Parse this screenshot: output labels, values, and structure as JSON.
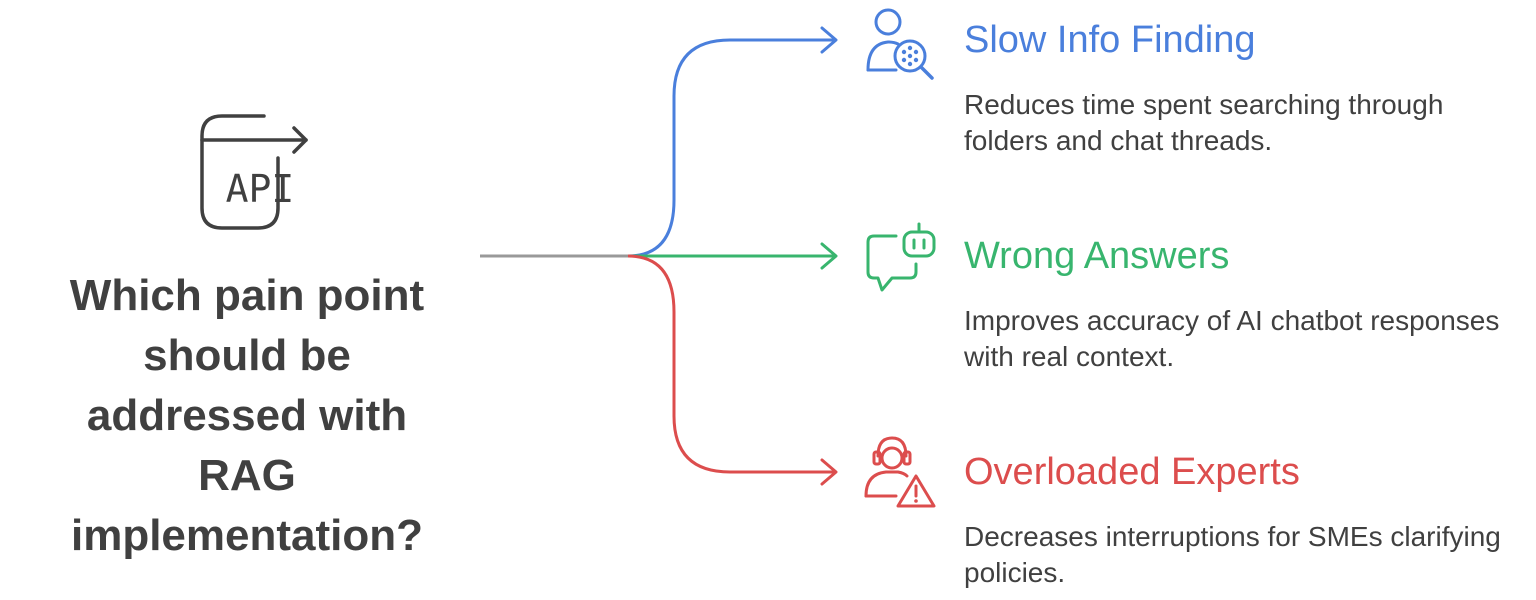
{
  "question": "Which pain point should be addressed with RAG implementation?",
  "question_icon": {
    "name": "api-document-icon",
    "label": "API"
  },
  "items": [
    {
      "title": "Slow Info Finding",
      "description": "Reduces time spent searching through folders and chat threads.",
      "icon": "user-search-icon",
      "color": "#4a7fdc"
    },
    {
      "title": "Wrong Answers",
      "description": "Improves accuracy of AI chatbot responses with real context.",
      "icon": "chatbot-icon",
      "color": "#38b56e"
    },
    {
      "title": "Overloaded Experts",
      "description": "Decreases interruptions for SMEs clarifying policies.",
      "icon": "expert-warning-icon",
      "color": "#dc4d4d"
    }
  ],
  "colors": {
    "text": "#404040",
    "stem": "#999999"
  }
}
